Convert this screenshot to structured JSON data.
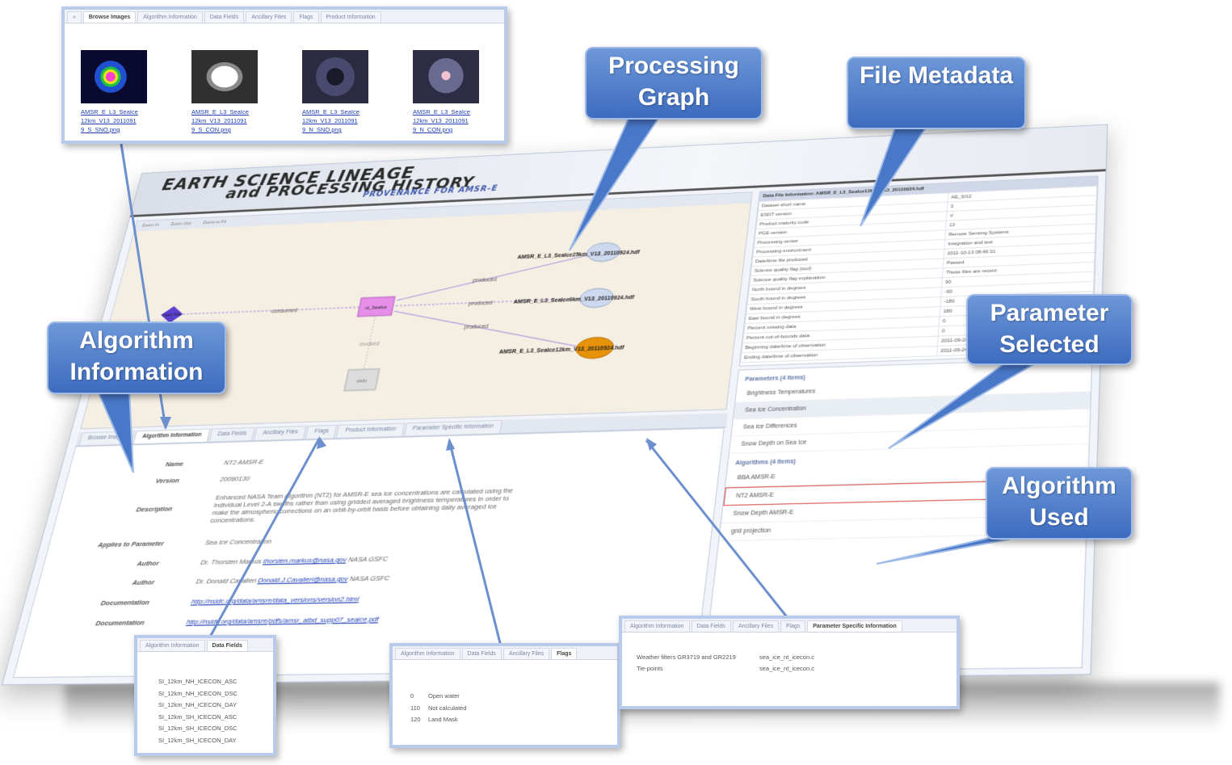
{
  "banner": {
    "line1": "EARTH SCIENCE LINEAGE",
    "line2": "and PROCESSING HISTORY",
    "line3": "PROVENANCE FOR AMSR-E"
  },
  "callouts": {
    "processing_graph": "Processing Graph",
    "file_metadata": "File Metadata",
    "algorithm_information": "Algorithm Information",
    "parameter_selected": "Parameter Selected",
    "algorithm_used": "Algorithm Used"
  },
  "graph": {
    "toolbar": [
      "Zoom In",
      "Zoom Out",
      "Zoom to Fit"
    ],
    "nodes": {
      "input": "Input File",
      "process": "nt_SeaIce",
      "daily": "daily",
      "out1": "AMSR_E_L3_SeaIce25km_V13_20110924.hdf",
      "out2": "AMSR_E_L3_SeaIce6km_V13_20110924.hdf",
      "out3": "AMSR_E_L3_SeaIce12km_V13_20110924.hdf"
    },
    "edges": {
      "consumed": "consumed",
      "produced": "produced",
      "invoked": "invoked"
    }
  },
  "metadata": {
    "title": "Data File Information: AMSR_E_L3_SeaIce12km_V13_20110924.hdf",
    "rows": [
      [
        "Dataset short name",
        "AE_SI12"
      ],
      [
        "ESDT version",
        "3"
      ],
      [
        "Product maturity code",
        "V"
      ],
      [
        "PGE version",
        "13"
      ],
      [
        "Processing center",
        "Remote Sensing Systems"
      ],
      [
        "Processing environment",
        "Integration and test"
      ],
      [
        "Date/time file produced",
        "2011-10-13 08:46:31"
      ],
      [
        "Science quality flag (tool)",
        "Passed"
      ],
      [
        "Science quality flag explanation",
        "These files are recent"
      ],
      [
        "North bound in degrees",
        "90"
      ],
      [
        "South bound in degrees",
        "-90"
      ],
      [
        "West bound in degrees",
        "-180"
      ],
      [
        "East bound in degrees",
        "180"
      ],
      [
        "Percent missing data",
        "0"
      ],
      [
        "Percent out-of-bounds data",
        "0"
      ],
      [
        "Beginning date/time of observation",
        "2011-09-24"
      ],
      [
        "Ending date/time of observation",
        "2011-09-24"
      ]
    ]
  },
  "selection": {
    "parameters_heading": "Parameters (4 Items)",
    "parameters": [
      "Brightness Temperatures",
      "Sea Ice Concentration",
      "Sea Ice Differences",
      "Snow Depth on Sea Ice"
    ],
    "algorithms_heading": "Algorithms (4 Items)",
    "algorithms": [
      "BBA AMSR-E",
      "NT2 AMSR-E",
      "Snow Depth AMSR-E",
      "grid projection"
    ]
  },
  "main_tabs": [
    "Browse Images",
    "Algorithm Information",
    "Data Fields",
    "Ancillary Files",
    "Flags",
    "Product Information",
    "Parameter Specific Information"
  ],
  "algorithm": {
    "rows": [
      {
        "label": "Name",
        "value": "NT2 AMSR-E"
      },
      {
        "label": "Version",
        "value": "20090130"
      },
      {
        "label": "Description",
        "value": "Enhanced NASA Team Algorithm (NT2) for AMSR-E sea ice concentrations are calculated using the individual Level 2-A swaths rather than using gridded averaged brightness temperatures in order to make the atmospheric corrections on an orbit-by-orbit basis before obtaining daily averaged ice concentrations."
      },
      {
        "label": "Applies to Parameter",
        "value": "Sea Ice Concentration"
      },
      {
        "label": "Author",
        "value": "Dr. Thorsten Markus",
        "email": "thorsten.markus@nasa.gov",
        "org": "NASA GSFC"
      },
      {
        "label": "Author",
        "value": "Dr. Donald Cavalieri",
        "email": "Donald.J.Cavalieri@nasa.gov",
        "org": "NASA GSFC"
      },
      {
        "label": "Documentation",
        "value": "http://nsidc.org/data/amsre/data_versions/version2.html"
      },
      {
        "label": "Documentation",
        "value": "http://nsidc.org/data/amsre/pdfs/amsr_atbd_supp07_seaice.pdf"
      }
    ]
  },
  "browse_inset": {
    "back": "«",
    "tabs": [
      "Browse Images",
      "Algorithm Information",
      "Data Fields",
      "Ancillary Files",
      "Flags",
      "Product Information"
    ],
    "images": [
      {
        "caption": [
          "AMSR_E_L3_SeaIce",
          "12km_V13_2011091",
          "9_S_SNO.png"
        ]
      },
      {
        "caption": [
          "AMSR_E_L3_SeaIce",
          "12km_V13_2011091",
          "9_S_CON.png"
        ]
      },
      {
        "caption": [
          "AMSR_E_L3_SeaIce",
          "12km_V13_2011091",
          "9_N_SNO.png"
        ]
      },
      {
        "caption": [
          "AMSR_E_L3_SeaIce",
          "12km_V13_2011091",
          "9_N_CON.png"
        ]
      }
    ]
  },
  "datafields_inset": {
    "tabs": [
      "Algorithm Information",
      "Data Fields"
    ],
    "fields": [
      "SI_12km_NH_ICECON_ASC",
      "SI_12km_NH_ICECON_DSC",
      "SI_12km_NH_ICECON_DAY",
      "SI_12km_SH_ICECON_ASC",
      "SI_12km_SH_ICECON_DSC",
      "SI_12km_SH_ICECON_DAY"
    ]
  },
  "flags_inset": {
    "tabs": [
      "Algorithm Information",
      "Data Fields",
      "Ancillary Files",
      "Flags"
    ],
    "flags": [
      [
        "0",
        "Open water"
      ],
      [
        "110",
        "Not calculated"
      ],
      [
        "120",
        "Land Mask"
      ]
    ]
  },
  "param_inset": {
    "tabs": [
      "Algorithm Information",
      "Data Fields",
      "Ancillary Files",
      "Flags",
      "Parameter Specific Information"
    ],
    "rows": [
      [
        "Weather filters GR3719 and GR2219",
        "sea_ice_nt_icecon.c"
      ],
      [
        "Tie-points",
        "sea_ice_nt_icecon.c"
      ]
    ]
  },
  "colors": {
    "callout": "#4a78c8",
    "graph_bg": "#f5efe3",
    "diamond": "#5a3fd0",
    "process": "#e68ee8",
    "highlight_node": "#e6920a",
    "output_node": "#cdd9ee"
  }
}
